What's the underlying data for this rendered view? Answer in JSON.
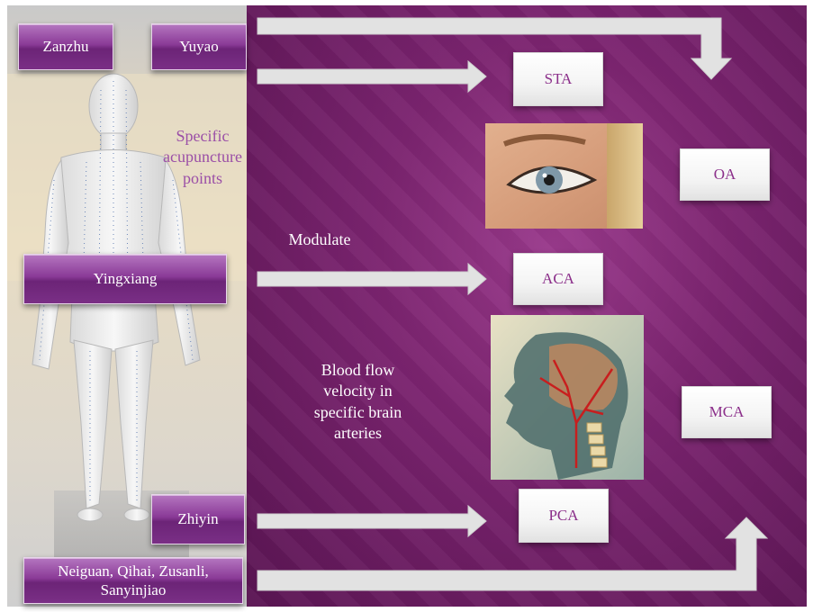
{
  "acupoints": {
    "zanzhu": "Zanzhu",
    "yuyao": "Yuyao",
    "yingxiang": "Yingxiang",
    "zhiyin": "Zhiyin",
    "group_line1": "Neiguan, Qihai, Zusanli,",
    "group_line2": "Sanyinjiao"
  },
  "arteries": {
    "sta": "STA",
    "oa": "OA",
    "aca": "ACA",
    "mca": "MCA",
    "pca": "PCA"
  },
  "labels": {
    "specific_points_1": "Specific",
    "specific_points_2": "acupuncture",
    "specific_points_3": "points",
    "modulate": "Modulate",
    "bfv_1": "Blood flow",
    "bfv_2": "velocity in",
    "bfv_3": "specific brain",
    "bfv_4": "arteries"
  },
  "colors": {
    "background_purple": "#7c2470",
    "button_purple": "#8a3a97",
    "artery_text": "#8b2f8a",
    "arrow_fill": "#e2e2e2"
  }
}
